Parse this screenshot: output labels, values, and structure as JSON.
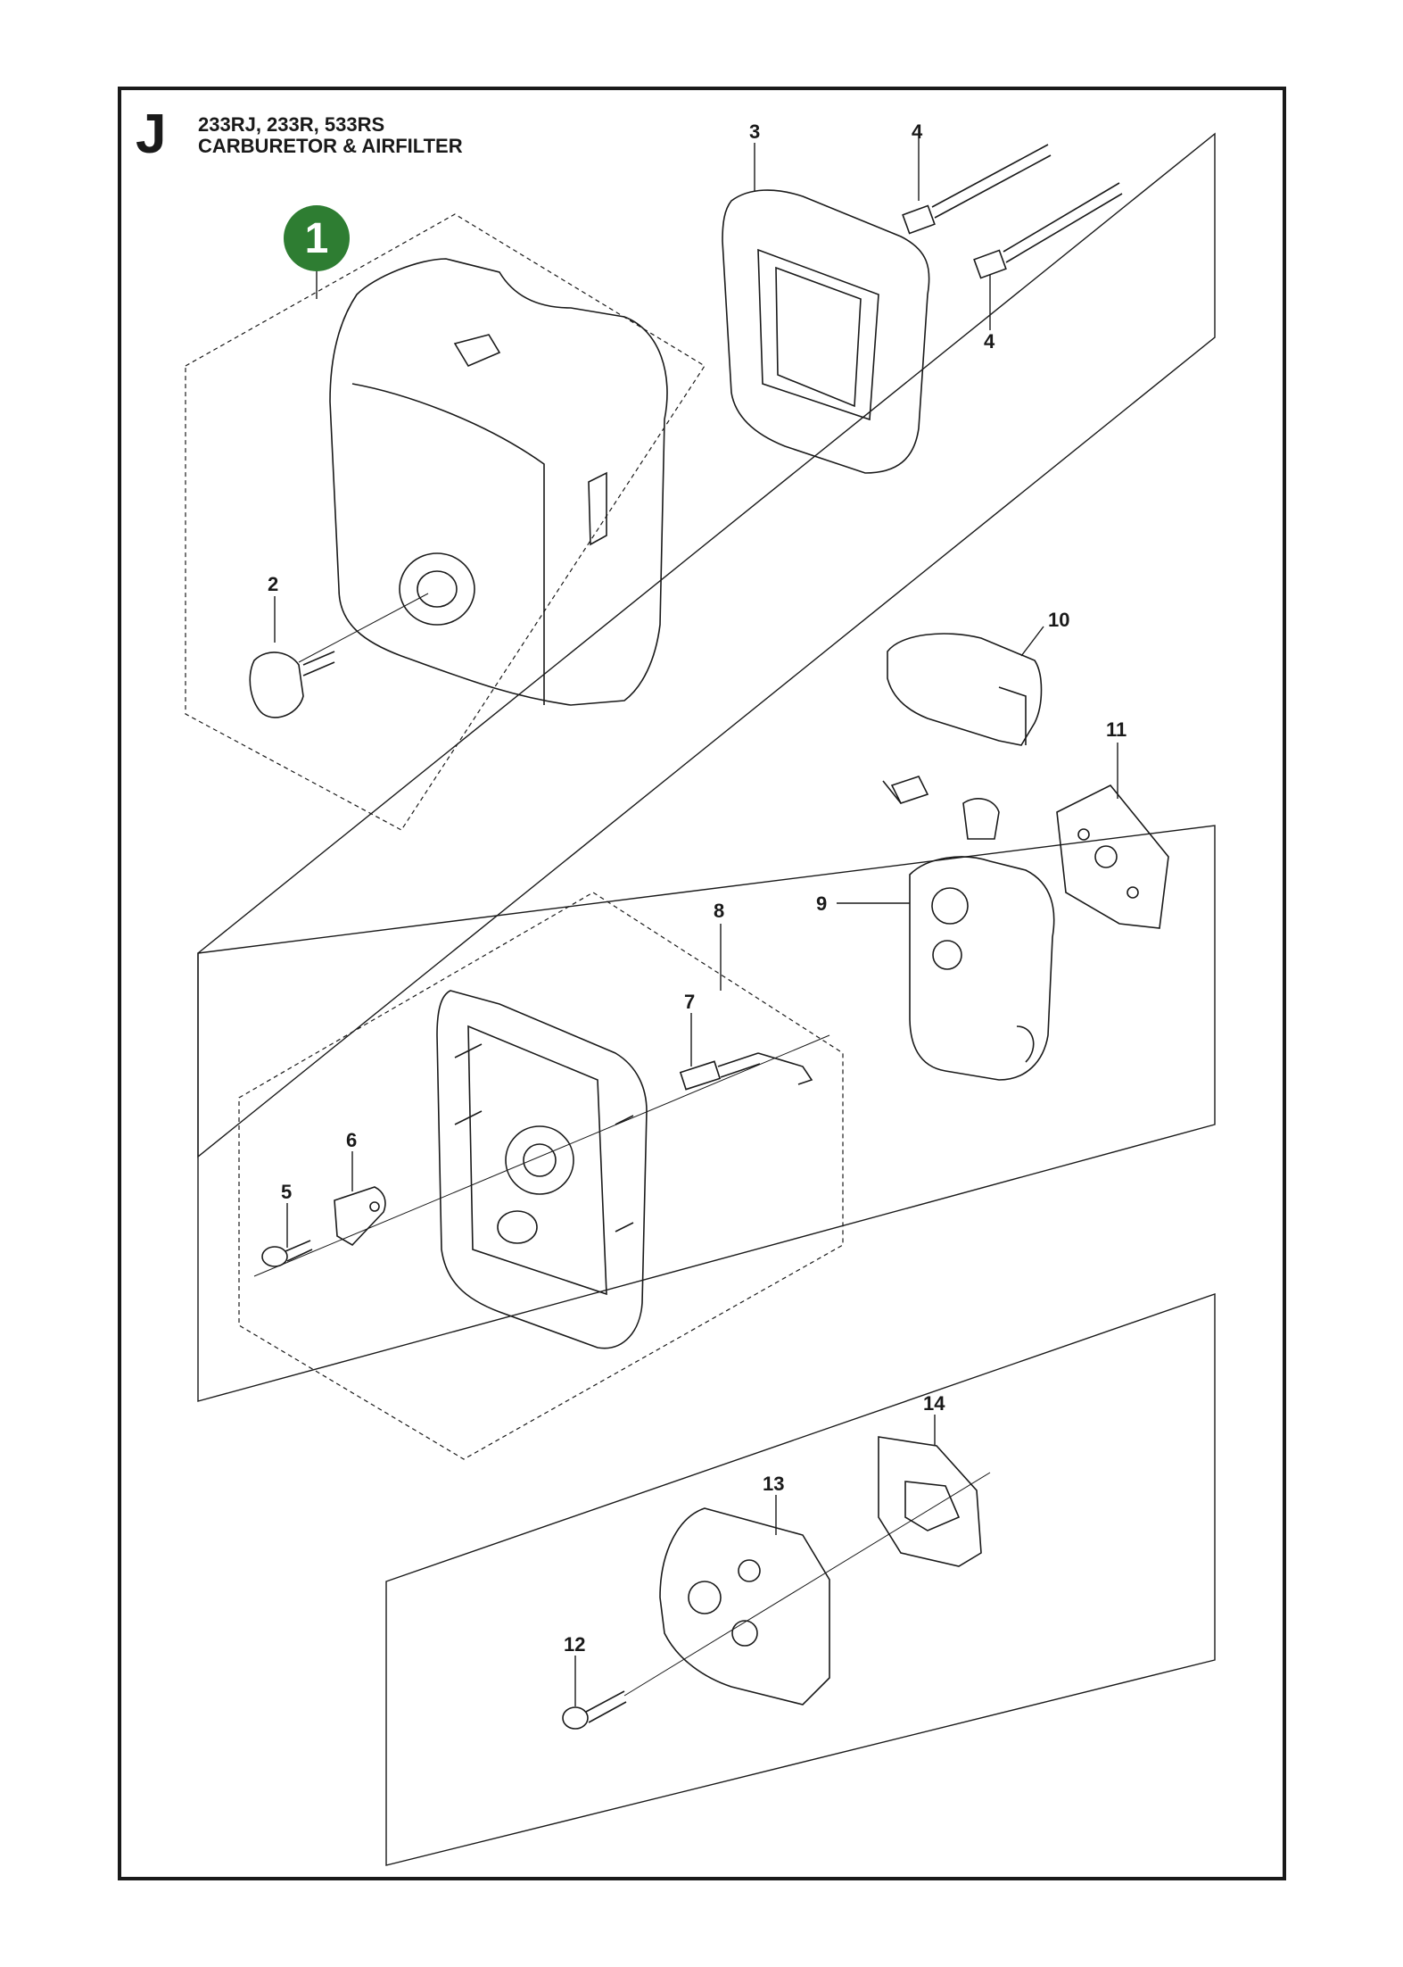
{
  "header": {
    "section_letter": "J",
    "models": "233RJ, 233R, 533RS",
    "title": "CARBURETOR & AIRFILTER"
  },
  "kit_badge": {
    "label": "1",
    "color": "#2e7d32"
  },
  "callouts": [
    {
      "id": "1",
      "label": "1"
    },
    {
      "id": "2",
      "label": "2"
    },
    {
      "id": "3",
      "label": "3"
    },
    {
      "id": "4a",
      "label": "4"
    },
    {
      "id": "4b",
      "label": "4"
    },
    {
      "id": "5",
      "label": "5"
    },
    {
      "id": "6",
      "label": "6"
    },
    {
      "id": "7",
      "label": "7"
    },
    {
      "id": "8",
      "label": "8"
    },
    {
      "id": "9",
      "label": "9"
    },
    {
      "id": "10",
      "label": "10"
    },
    {
      "id": "11",
      "label": "11"
    },
    {
      "id": "12",
      "label": "12"
    },
    {
      "id": "13",
      "label": "13"
    },
    {
      "id": "14",
      "label": "14"
    }
  ]
}
